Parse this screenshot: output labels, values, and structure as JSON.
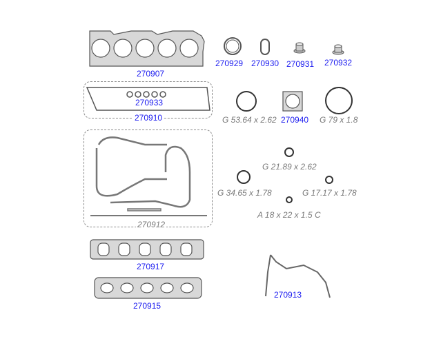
{
  "parts": {
    "head_gasket": "270907",
    "ring_270929": "270929",
    "oval_270930": "270930",
    "seal_270931": "270931",
    "seal_270932": "270932",
    "valve_seals": "270933",
    "valve_cover_gasket": "270910",
    "square_gasket": "270940",
    "sump_gasket_set": "270912",
    "intake_manifold_gasket": "270917",
    "exhaust_manifold_gasket": "270915",
    "timing_cover_gasket": "270913"
  },
  "orings": {
    "g53": "G 53.64 x 2.62",
    "g79": "G 79 x 1.8",
    "g21": "G 21.89 x 2.62",
    "g34": "G 34.65 x 1.78",
    "g17": "G 17.17 x 1.78",
    "a18": "A 18 x 22 x 1.5 C"
  },
  "colors": {
    "part_number": "#1c1cf0",
    "dimension": "#7a7a7a",
    "outline": "#555555",
    "fill": "#d8d8d8"
  }
}
